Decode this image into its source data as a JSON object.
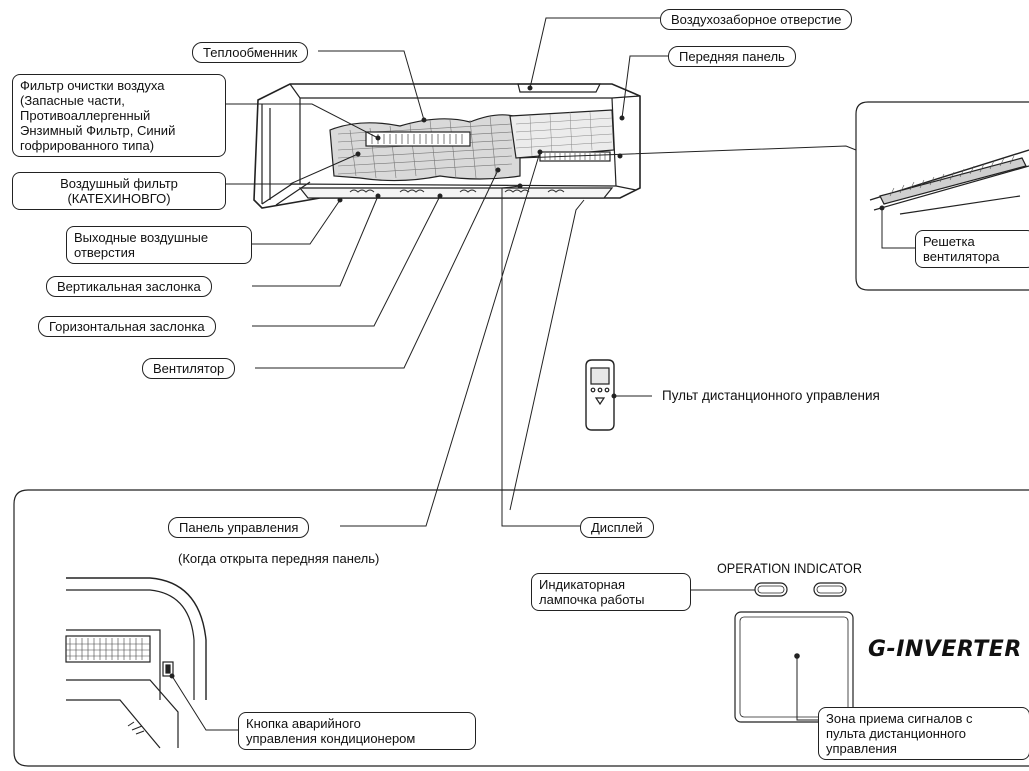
{
  "labels": {
    "air_intake": "Воздухозаборное отверстие",
    "heat_exchanger": "Теплообменник",
    "front_panel": "Передняя панель",
    "air_filter_line1": "Фильтр очистки воздуха",
    "air_filter_line2": "(Запасные части,",
    "air_filter_line3": "Противоаллергенный",
    "air_filter_line4": "Энзимный Фильтр, Синий",
    "air_filter_line5": "гофрированного типа)",
    "catechin_line1": "Воздушный фильтр",
    "catechin_line2": "(КАТЕХИНОВГО)",
    "outlets_line1": "Выходные воздушные",
    "outlets_line2": "отверстия",
    "vertical_louver": "Вертикальная заслонка",
    "horizontal_louver": "Горизонтальная заслонка",
    "fan": "Вентилятор",
    "remote": "Пульт дистанционного управления",
    "grille_line1": "Решетка",
    "grille_line2": "вентилятора",
    "control_panel": "Панель управления",
    "control_panel_note": "(Когда открыта передняя панель)",
    "display": "Дисплей",
    "operation_indicator": "OPERATION INDICATOR",
    "indicator_lamp_line1": "Индикаторная",
    "indicator_lamp_line2": "лампочка работы",
    "brand": "G-INVERTER",
    "receiver_line1": "Зона приема сигналов с",
    "receiver_line2": "пульта дистанционного",
    "receiver_line3": "управления",
    "emergency_line1": "Кнопка аварийного",
    "emergency_line2": "управления кондиционером"
  }
}
